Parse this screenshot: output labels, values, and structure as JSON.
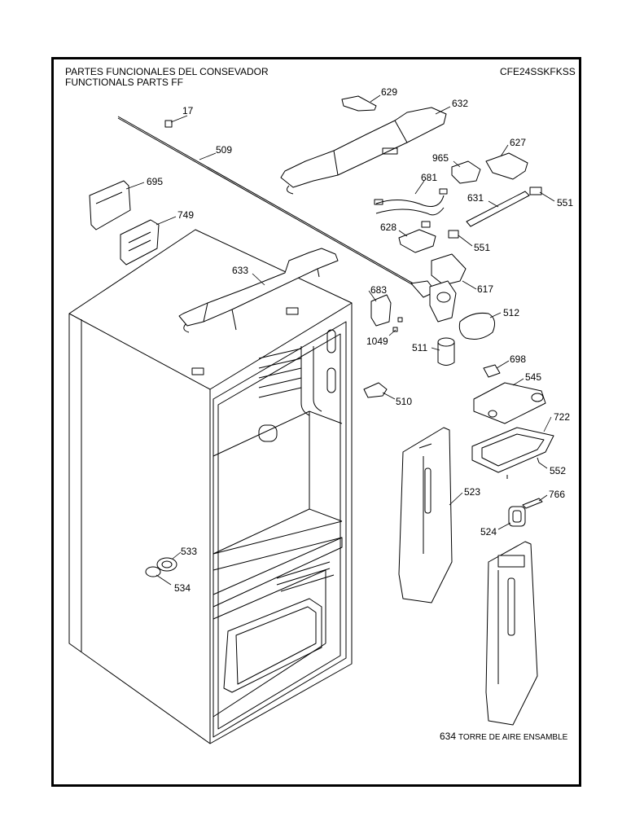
{
  "header": {
    "title_line1": "PARTES FUNCIONALES DEL CONSEVADOR",
    "title_line2": "FUNCTIONALS PARTS FF",
    "model": "CFE24SSKFKSS"
  },
  "parts": {
    "p17": "17",
    "p509": "509",
    "p629": "629",
    "p632": "632",
    "p695": "695",
    "p749": "749",
    "p965": "965",
    "p627": "627",
    "p681": "681",
    "p631": "631",
    "p551a": "551",
    "p628": "628",
    "p551b": "551",
    "p633": "633",
    "p617": "617",
    "p683": "683",
    "p512": "512",
    "p1049": "1049",
    "p511": "511",
    "p698": "698",
    "p545": "545",
    "p510": "510",
    "p722": "722",
    "p552": "552",
    "p523": "523",
    "p766": "766",
    "p524": "524",
    "p533": "533",
    "p534": "534",
    "p634": "634"
  },
  "caption": {
    "p634_desc": "TORRE DE AIRE ENSAMBLE"
  }
}
